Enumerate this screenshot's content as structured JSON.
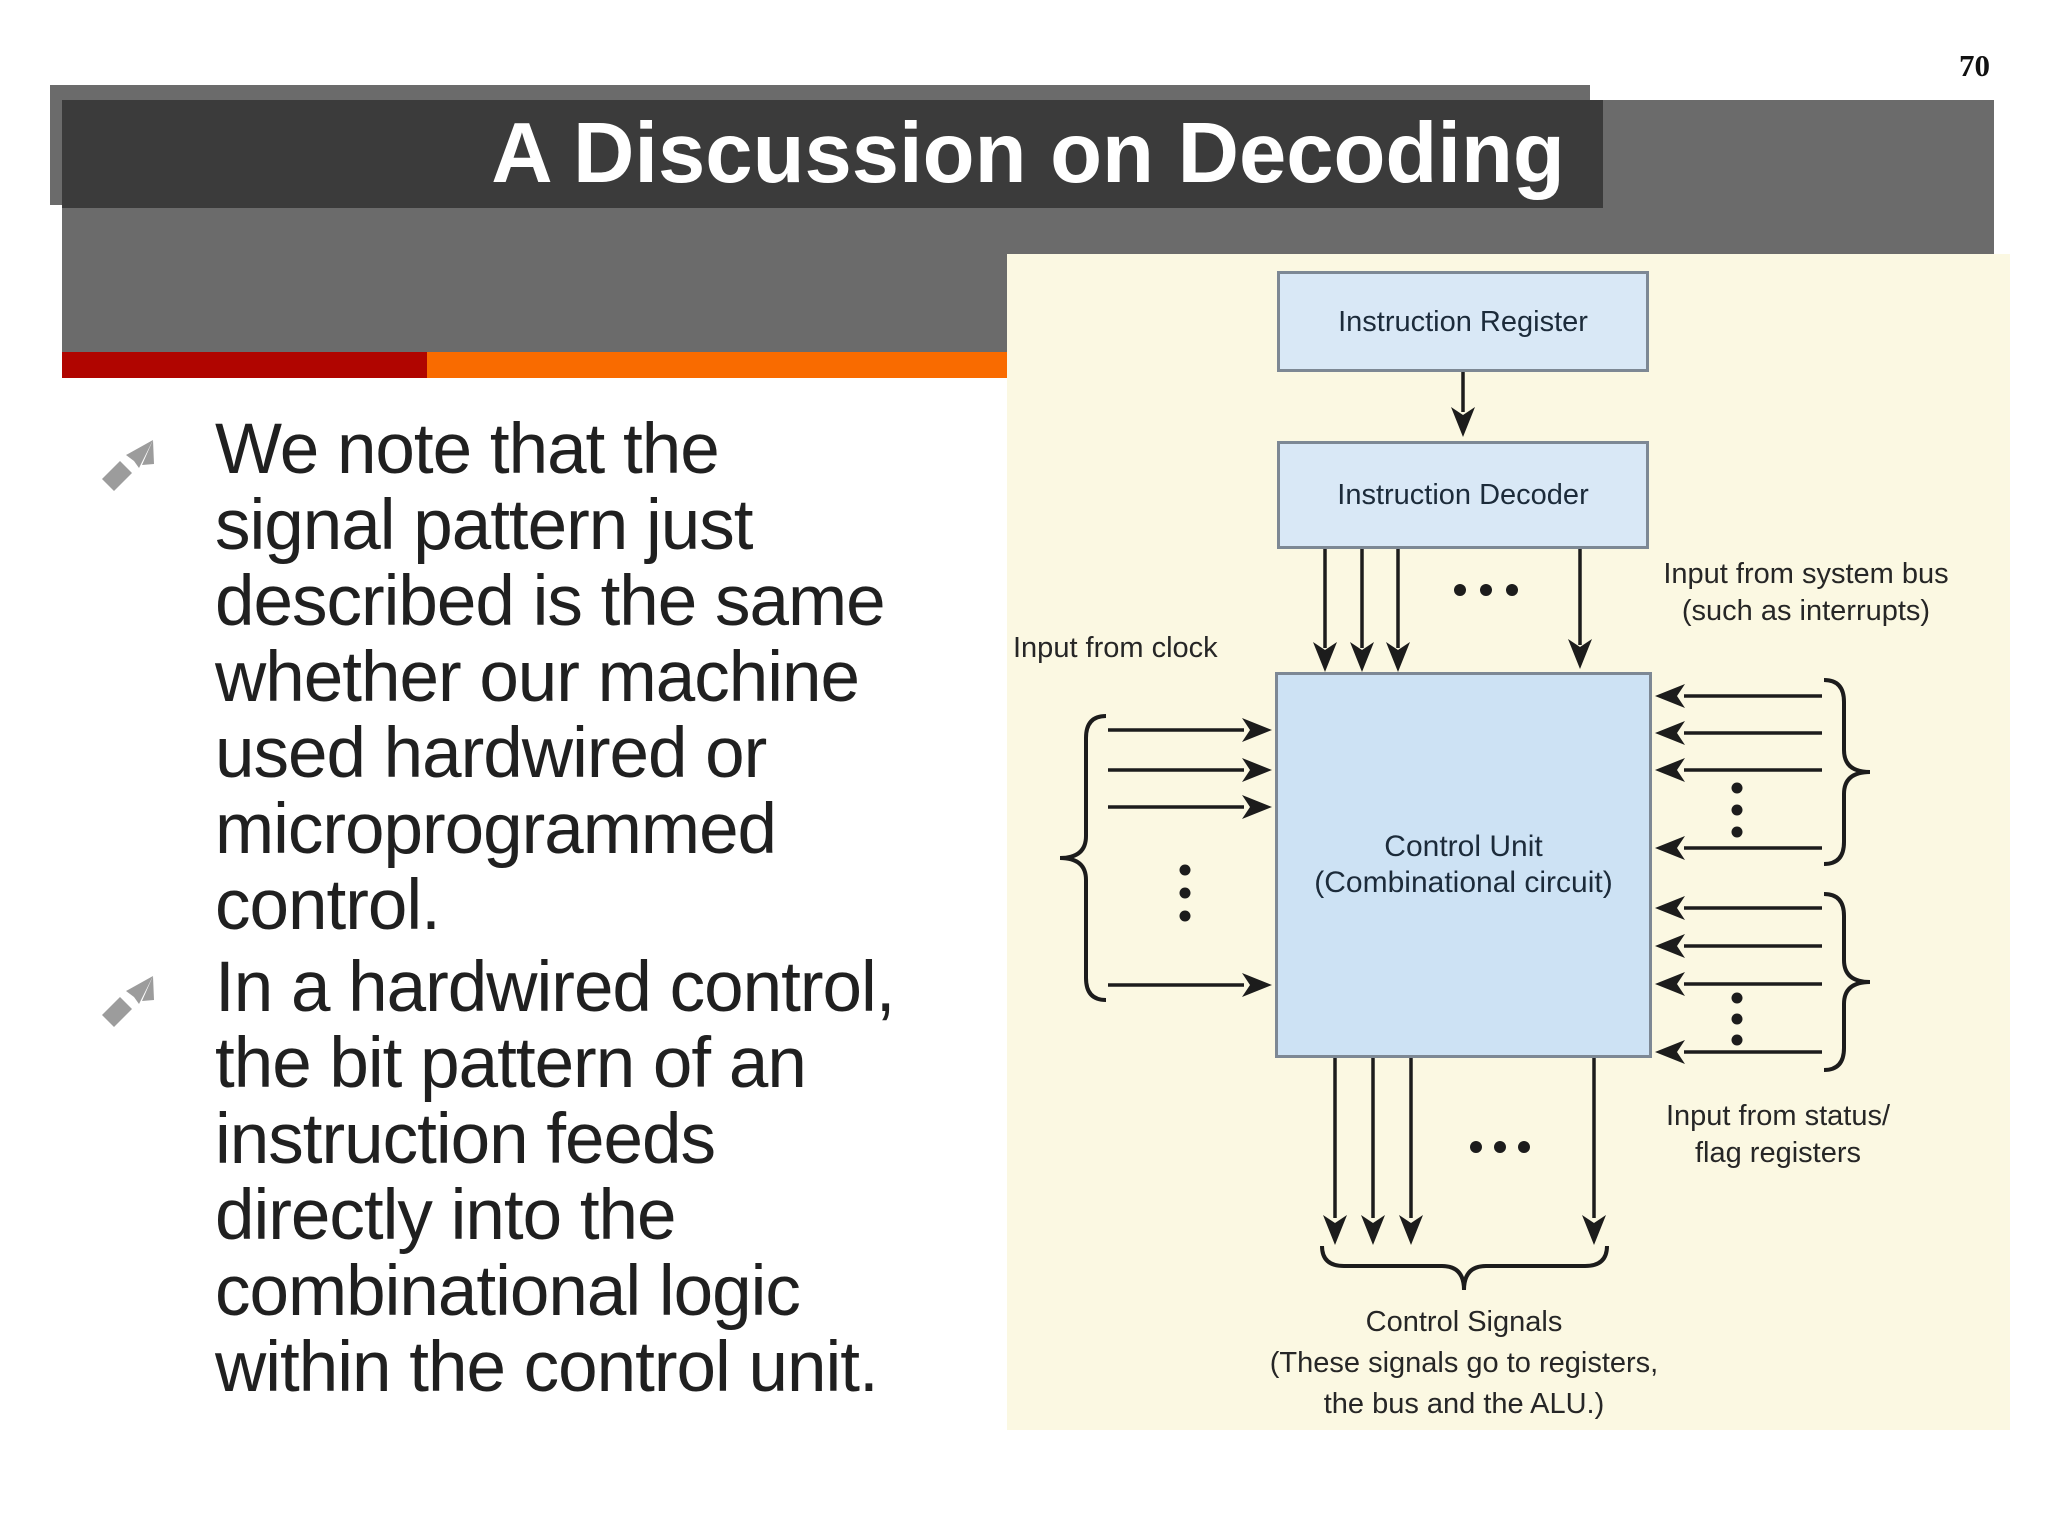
{
  "page_number": "70",
  "title": "A Discussion on Decoding",
  "bullets": [
    {
      "icon": "northeast-arrow",
      "text": "We note that the\nsignal pattern just\ndescribed is the same\nwhether our machine\nused hardwired or\nmicroprogrammed\ncontrol."
    },
    {
      "icon": "northeast-arrow",
      "text": "In a hardwired control,\nthe bit pattern of an\ninstruction feeds\ndirectly into the\ncombinational logic\nwithin the control unit."
    }
  ],
  "diagram": {
    "boxes": {
      "instruction_register": "Instruction Register",
      "instruction_decoder": "Instruction Decoder",
      "control_unit": "Control Unit\n(Combinational circuit)"
    },
    "labels": {
      "input_clock": "Input from clock",
      "input_system_bus": "Input from system bus\n(such as interrupts)",
      "input_status": "Input from status/\nflag registers",
      "control_signals": "Control Signals\n(These signals go to registers,\nthe bus and the ALU.)"
    }
  },
  "colors": {
    "banner_dark": "#3b3b3b",
    "banner_gray": "#6b6b6b",
    "stripe_red": "#b00500",
    "stripe_orange": "#f96b00",
    "diagram_background": "#fbf8e2",
    "box_fill": "#d9e8f6",
    "control_unit_fill": "#cde2f4",
    "box_border": "#7d8894",
    "bullet_arrow": "#9c9c9c",
    "title_text": "#ffffff"
  }
}
